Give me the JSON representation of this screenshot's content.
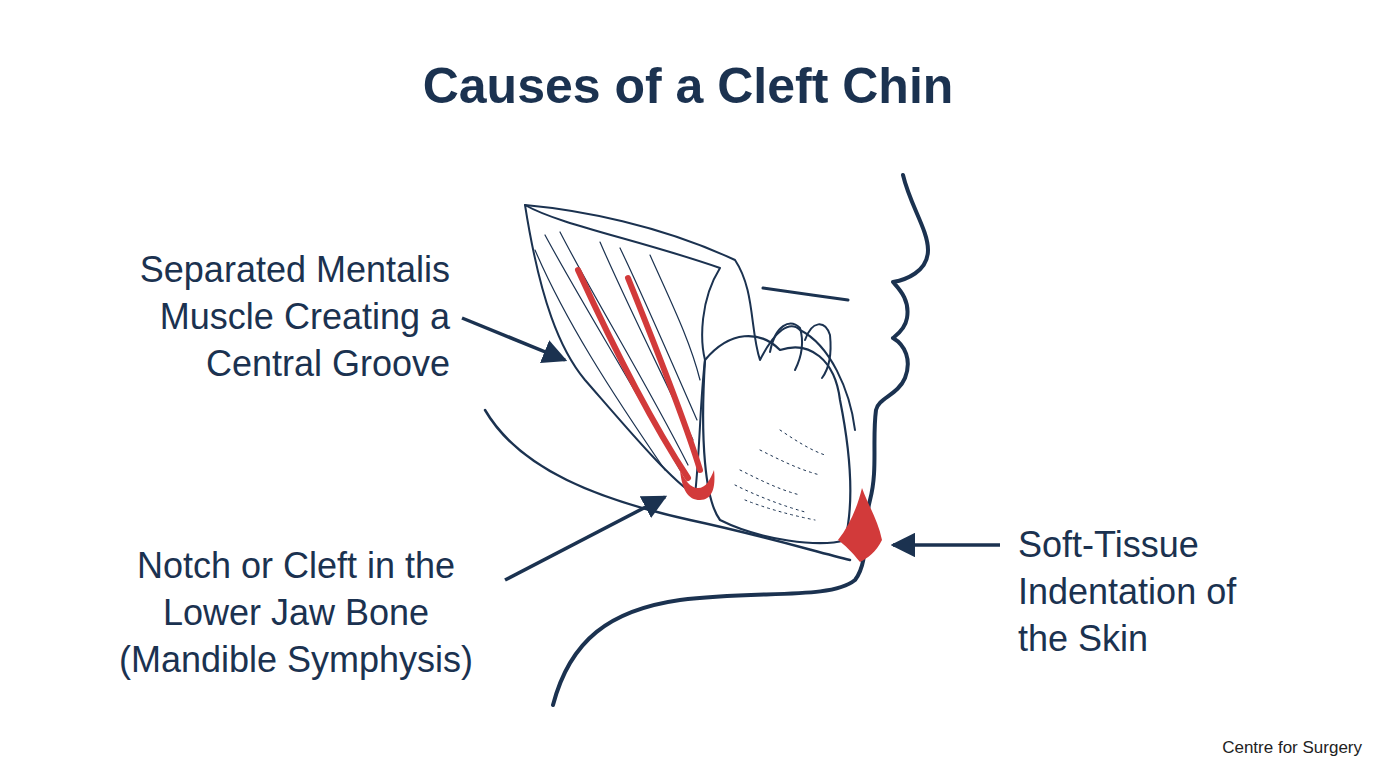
{
  "diagram": {
    "title": "Causes of a Cleft Chin",
    "labels": [
      "Separated Mentalis Muscle Creating a Central Groove",
      "Notch or Cleft in the Lower Jaw Bone (Mandible Symphysis)",
      "Soft-Tissue Indentation of the Skin",
      "Centre for Surgery"
    ]
  }
}
